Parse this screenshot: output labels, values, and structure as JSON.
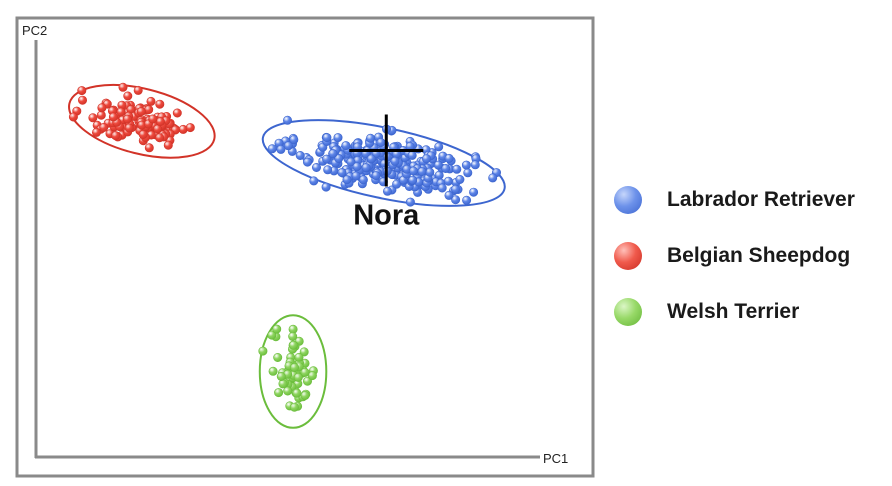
{
  "chart_data": {
    "type": "scatter",
    "xlabel": "PC1",
    "ylabel": "PC2",
    "xlim": [
      0,
      100
    ],
    "ylim": [
      0,
      100
    ],
    "grid": false,
    "legend_position": "right",
    "series": [
      {
        "name": "Labrador Retriever",
        "color": "#5f86e8",
        "edge": "#3d66cf",
        "ellipse": {
          "cx": 69,
          "cy": 70.5,
          "rx": 24.5,
          "ry": 8.4,
          "angle": -12
        },
        "count": 300,
        "spread": {
          "sx": 8.6,
          "sy": 3.1,
          "angle": -12
        }
      },
      {
        "name": "Belgian Sheepdog",
        "color": "#ee4a3e",
        "edge": "#d23328",
        "ellipse": {
          "cx": 21,
          "cy": 80.5,
          "rx": 14.8,
          "ry": 7.8,
          "angle": -14
        },
        "count": 120,
        "spread": {
          "sx": 5.2,
          "sy": 2.7,
          "angle": -14
        }
      },
      {
        "name": "Welsh Terrier",
        "color": "#8fd561",
        "edge": "#6bbd3c",
        "ellipse": {
          "cx": 51,
          "cy": 20.5,
          "rx": 6.6,
          "ry": 13.5,
          "angle": 0
        },
        "count": 60,
        "spread": {
          "sx": 2.3,
          "sy": 4.6,
          "angle": 0
        }
      }
    ],
    "annotations": [
      {
        "text": "Nora",
        "x": 69.5,
        "y": 73.5,
        "marker": "crosshair"
      }
    ]
  }
}
